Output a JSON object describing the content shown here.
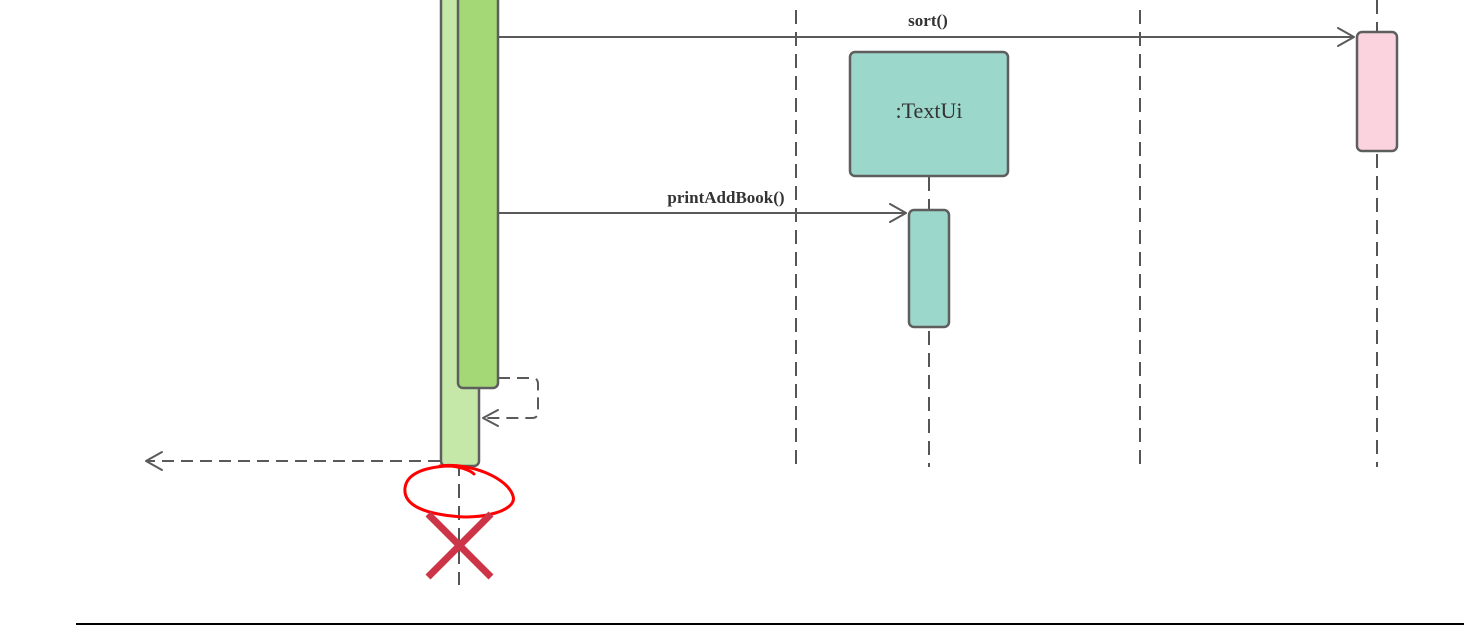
{
  "diagram": {
    "participants": [
      {
        "label": ":TextUi"
      }
    ],
    "messages": [
      {
        "label": "sort()",
        "kind": "synchronous-call"
      },
      {
        "label": "printAddBook()",
        "kind": "synchronous-call"
      }
    ],
    "return_messages": 2,
    "destruction_marker": "X",
    "annotations": [
      "red freehand circle around end of activation"
    ]
  },
  "colors": {
    "activation_outer": "#c5e8a8",
    "activation_inner": "#a4d877",
    "textui_box": "#9cd7cc",
    "right_activation": "#fad3de",
    "destroy_x": "#cd3447",
    "annotation_circle": "#ff0000",
    "lines": "#5a5a5a"
  }
}
